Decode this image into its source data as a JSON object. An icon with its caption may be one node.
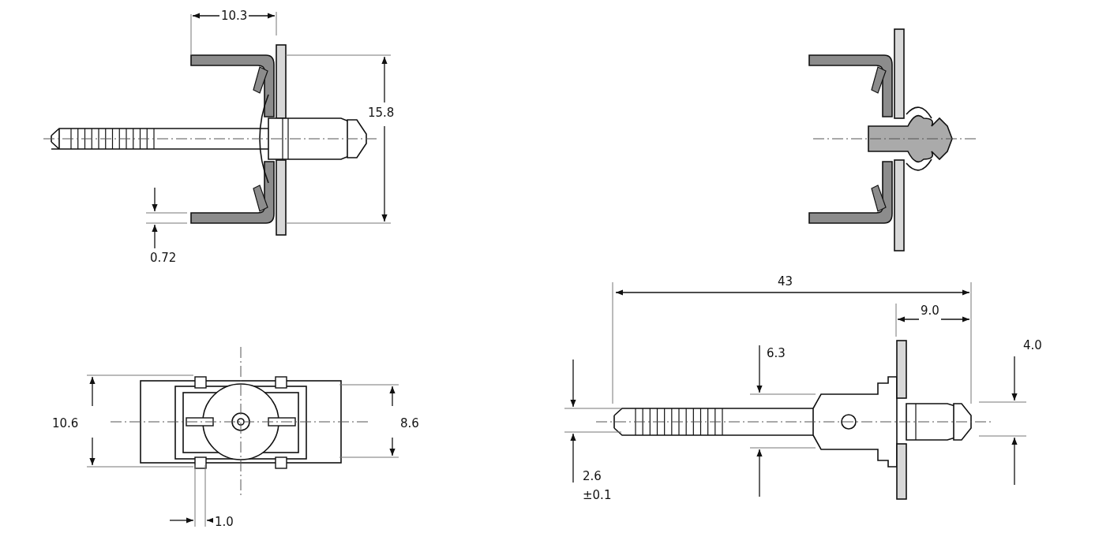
{
  "diagram": {
    "labels": [
      "10.3",
      "15.8",
      "0.72",
      "43",
      "9.0",
      "4.0",
      "6.3",
      "10.6",
      "8.6",
      "2.6 ±0.1",
      "1.0"
    ]
  }
}
